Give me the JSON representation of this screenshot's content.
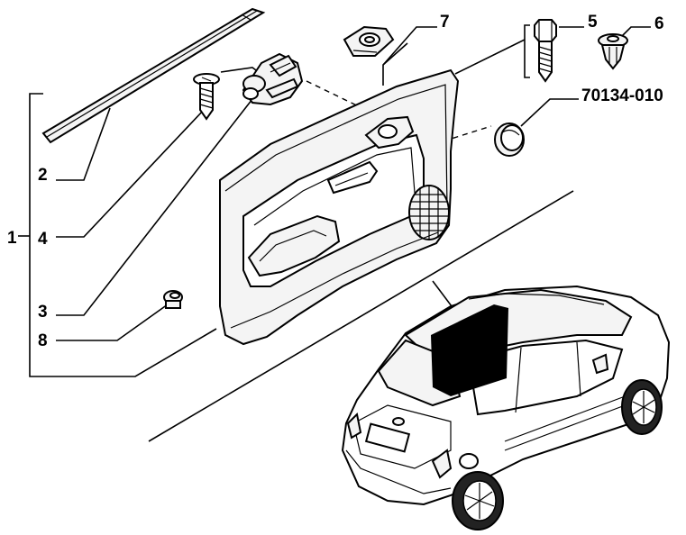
{
  "callouts": {
    "c1": "1",
    "c2": "2",
    "c3": "3",
    "c4": "4",
    "c5": "5",
    "c6": "6",
    "c7": "7",
    "c8": "8",
    "c70134": "70134-010"
  },
  "parts": {
    "p1": "door-trim-panel-icon",
    "p2": "weatherstrip-seal-icon",
    "p3": "window-switch-icon",
    "p4": "screw-icon",
    "p5": "bolt-icon",
    "p6": "push-clip-icon",
    "p7": "handle-bezel-icon",
    "p8": "fastener-clip-icon",
    "p70134": "round-plug-icon",
    "car": "car-icon"
  }
}
